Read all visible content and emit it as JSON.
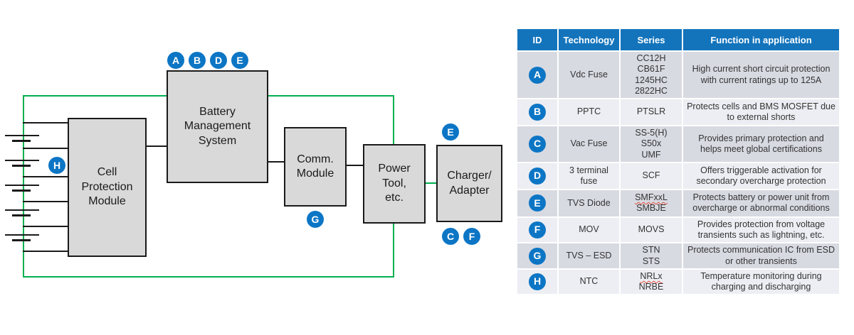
{
  "diagram": {
    "boxes": {
      "cell_protection": {
        "label": "Cell\nProtection\nModule"
      },
      "bms": {
        "label": "Battery\nManagement\nSystem"
      },
      "comm": {
        "label": "Comm.\nModule"
      },
      "power_tool": {
        "label": "Power\nTool,\netc."
      },
      "charger": {
        "label": "Charger/\nAdapter"
      }
    },
    "badges": {
      "bms": [
        "A",
        "B",
        "D",
        "E"
      ],
      "battery": "H",
      "comm": "G",
      "charger_top": "E",
      "charger_bottom": [
        "C",
        "F"
      ]
    },
    "colors": {
      "power_path_green": "#00B050",
      "badge_blue": "#0C76C5",
      "box_fill": "#D9D9D9"
    }
  },
  "table": {
    "header_bg": "#1374BC",
    "headers": [
      "ID",
      "Technology",
      "Series",
      "Function in application"
    ],
    "rows": [
      {
        "id": "A",
        "tech": "Vdc Fuse",
        "series": [
          "CC12H",
          "CB61F",
          "1245HC",
          "2822HC"
        ],
        "func": "High current short circuit protection with current ratings up to 125A"
      },
      {
        "id": "B",
        "tech": "PPTC",
        "series": [
          "PTSLR"
        ],
        "func": "Protects cells and BMS MOSFET due to external shorts"
      },
      {
        "id": "C",
        "tech": "Vac Fuse",
        "series": [
          "SS-5(H)",
          "S50x",
          "UMF"
        ],
        "func": "Provides primary protection and helps meet global certifications"
      },
      {
        "id": "D",
        "tech": "3 terminal fuse",
        "series": [
          "SCF"
        ],
        "func": "Offers triggerable activation for secondary overcharge protection"
      },
      {
        "id": "E",
        "tech": "TVS Diode",
        "series": [
          "SMFxxL",
          "SMBJE"
        ],
        "misspelled": "SMFxxL",
        "func": "Protects battery or power unit from overcharge or abnormal conditions"
      },
      {
        "id": "F",
        "tech": "MOV",
        "series": [
          "MOVS"
        ],
        "func": "Provides protection from voltage transients such as lightning, etc."
      },
      {
        "id": "G",
        "tech": "TVS – ESD",
        "series": [
          "STN",
          "STS"
        ],
        "func": "Protects communication IC from ESD or other transients"
      },
      {
        "id": "H",
        "tech": "NTC",
        "series": [
          "NRLx",
          "NRBE"
        ],
        "misspelled": "NRLx",
        "func": "Temperature monitoring during charging and discharging"
      }
    ]
  }
}
